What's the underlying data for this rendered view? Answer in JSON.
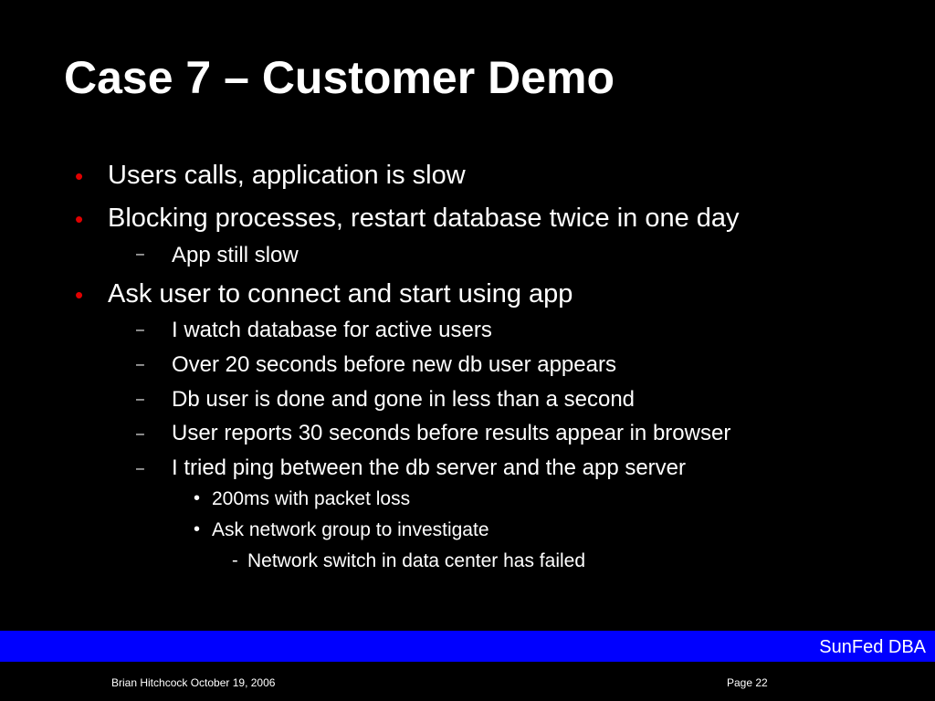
{
  "slide": {
    "title": "Case 7 – Customer Demo",
    "bullet_char": "•",
    "dash_char": "–",
    "hyphen_char": "-",
    "items": [
      {
        "level": 1,
        "text": "Users calls, application is slow"
      },
      {
        "level": 1,
        "text": "Blocking processes, restart database twice in one day"
      },
      {
        "level": 2,
        "text": "App still slow"
      },
      {
        "level": 1,
        "text": "Ask user to connect and start using app"
      },
      {
        "level": 2,
        "text": "I watch database for active users"
      },
      {
        "level": 2,
        "text": "Over 20 seconds before new db user appears"
      },
      {
        "level": 2,
        "text": "Db user is done and gone in less than a second"
      },
      {
        "level": 2,
        "text": "User reports 30 seconds before results appear in browser"
      },
      {
        "level": 2,
        "text": "I tried ping between the db server and the app server"
      },
      {
        "level": 3,
        "text": "200ms with packet loss"
      },
      {
        "level": 3,
        "text": "Ask network group to investigate"
      },
      {
        "level": 4,
        "text": "Network switch in data center has failed"
      }
    ]
  },
  "footer": {
    "brand": "SunFed DBA",
    "author_date": "Brian Hitchcock  October 19, 2006",
    "page": "Page 22"
  },
  "colors": {
    "background": "#000000",
    "text": "#ffffff",
    "bullet": "#e00000",
    "bar": "#0000ff"
  }
}
